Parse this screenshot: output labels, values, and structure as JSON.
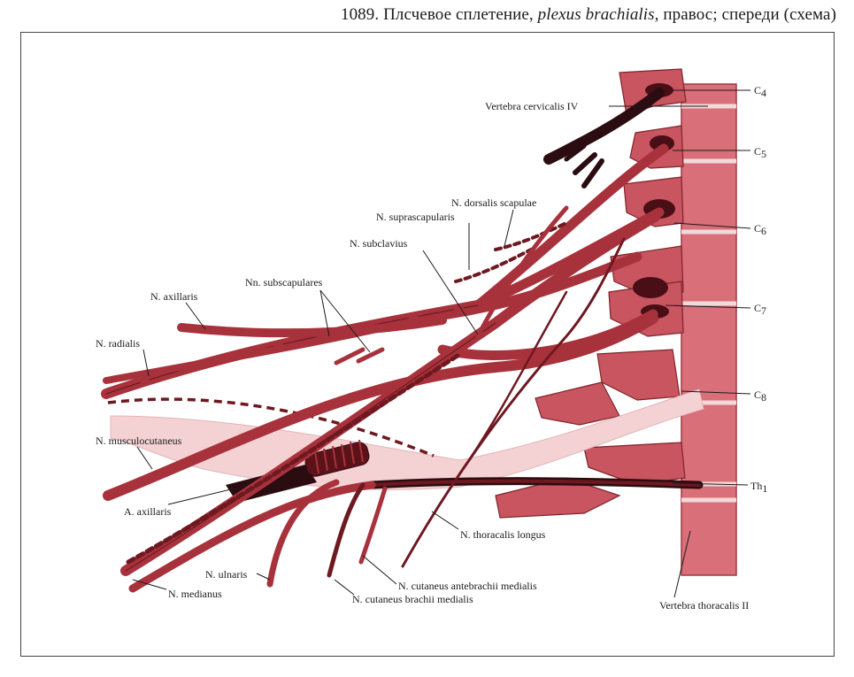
{
  "caption": {
    "number": "1089.",
    "title_ru": "Плсчевое сплетение,",
    "title_latin": "plexus brachialis,",
    "suffix": "правос; спереди (схема)"
  },
  "labels": {
    "c4_main": "C",
    "c4_sub": "4",
    "c5_main": "C",
    "c5_sub": "5",
    "c6_main": "C",
    "c6_sub": "6",
    "c7_main": "C",
    "c7_sub": "7",
    "c8_main": "C",
    "c8_sub": "8",
    "th1_main": "Th",
    "th1_sub": "1",
    "vertebra_cervicalis": "Vertebra cervicalis IV",
    "dorsalis_scapulae": "N. dorsalis scapulae",
    "suprascapularis": "N. suprascapularis",
    "subclavius": "N. subclavius",
    "subscapulares": "Nn. subscapulares",
    "axillaris": "N. axillaris",
    "radialis": "N. radialis",
    "musculocutaneus": "N. musculocutaneus",
    "a_axillaris": "A. axillaris",
    "thoracalis_longus": "N. thoracalis longus",
    "ulnaris": "N. ulnaris",
    "medianus": "N. medianus",
    "cutaneus_antebrachii": "N. cutaneus antebrachii medialis",
    "cutaneus_brachii": "N. cutaneus brachii medialis",
    "vertebra_thoracalis": "Vertebra thoracalis II"
  },
  "colors": {
    "nerve": "#a8323c",
    "nerve_dark": "#6e1820",
    "bone": "#d96f78",
    "bone_dark": "#b9464f",
    "artery_pale": "#f4d2d4",
    "artery_dark": "#2b0c10",
    "line": "#1b1b1b"
  }
}
